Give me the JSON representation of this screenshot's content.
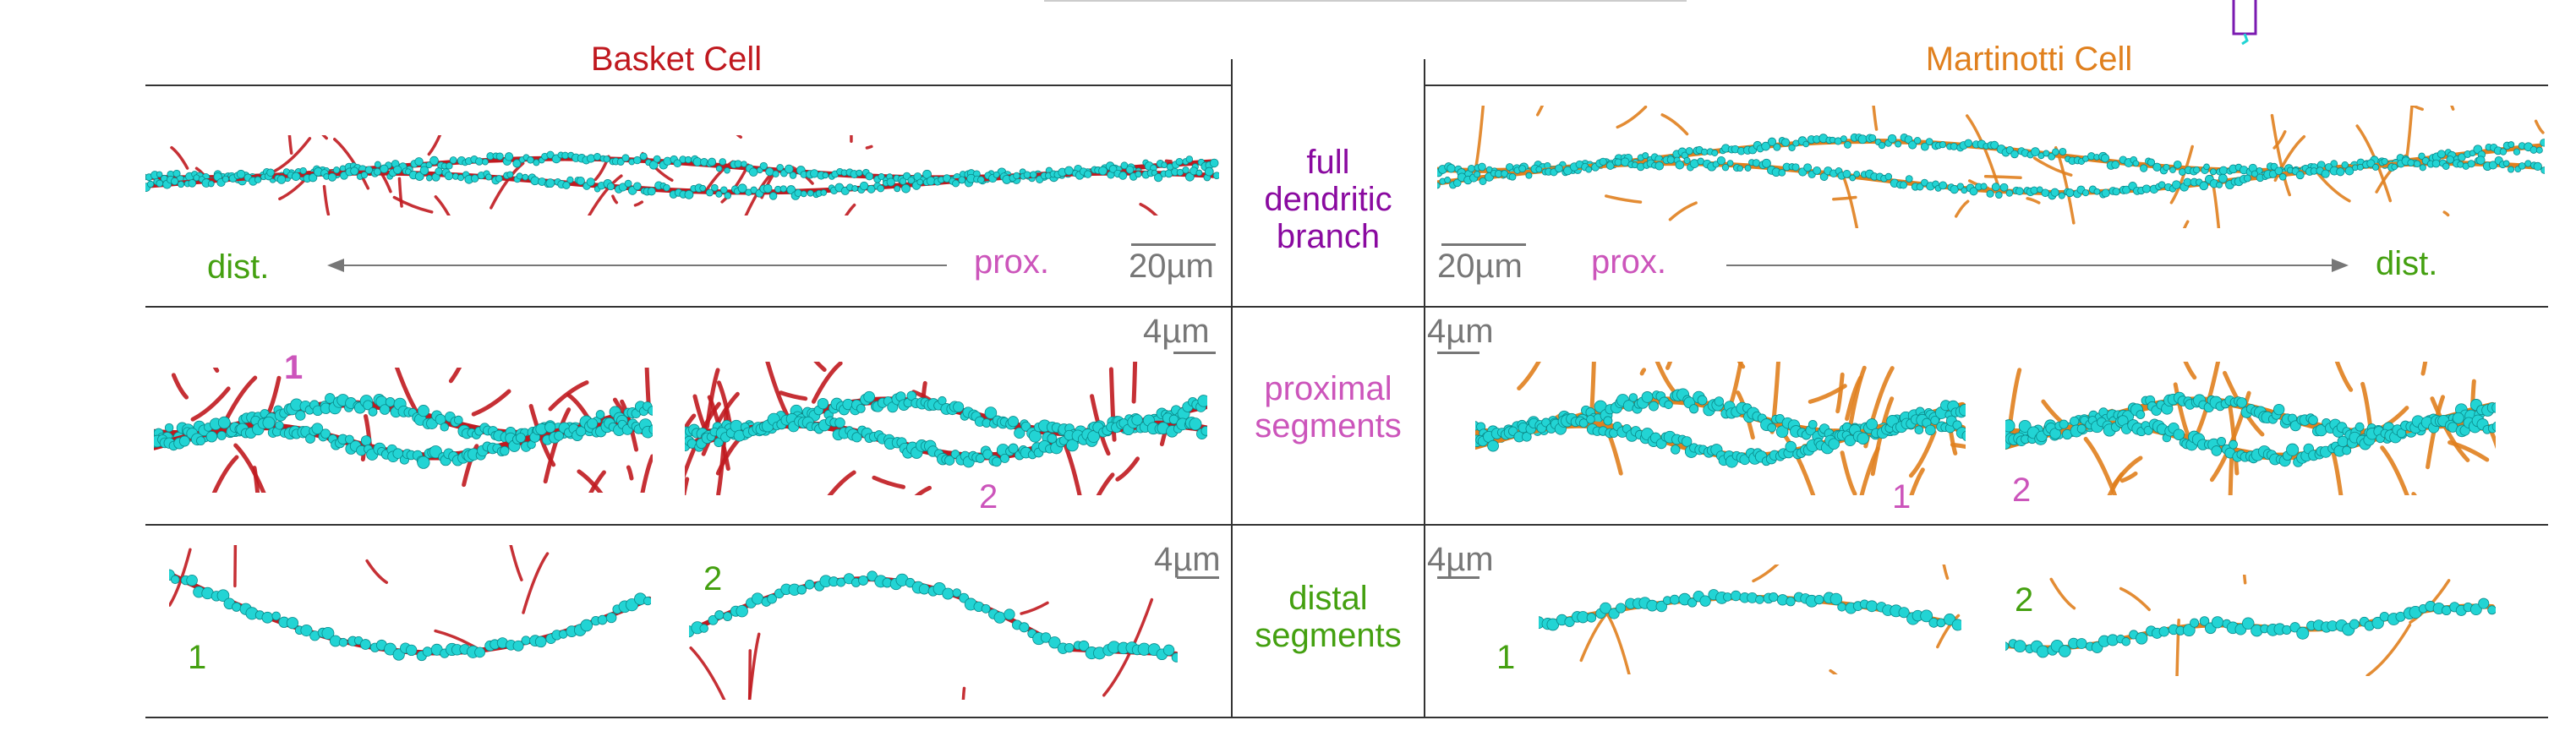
{
  "headers": {
    "basket": "Basket Cell",
    "martinotti": "Martinotti Cell"
  },
  "rows": {
    "full": [
      "full",
      "dendritic",
      "branch"
    ],
    "proximal": [
      "proximal",
      "segments"
    ],
    "distal": [
      "distal",
      "segments"
    ]
  },
  "directions": {
    "basket_left": "dist.",
    "basket_right": "prox.",
    "martinotti_left": "prox.",
    "martinotti_right": "dist."
  },
  "scale_bars": {
    "full": "20µm",
    "segment": "4µm"
  },
  "segment_numbers": [
    "1",
    "2"
  ],
  "colors": {
    "basket": "#c0191f",
    "martinotti": "#e0801e",
    "full_label": "#8a0aa0",
    "proximal_label": "#cc55bb",
    "distal_label": "#44a010",
    "spine": "#22d4d4",
    "grey": "#777777",
    "gridline": "#333333"
  }
}
